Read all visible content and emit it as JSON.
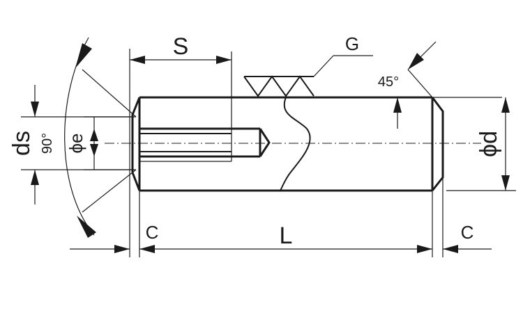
{
  "diagram": {
    "labels": {
      "s": "S",
      "g": "G",
      "angle45": "45°",
      "ds": "ds",
      "angle90": "90°",
      "phi_e": "ϕe",
      "phi_d": "ϕd",
      "c_left": "C",
      "l": "L",
      "c_right": "C"
    }
  }
}
